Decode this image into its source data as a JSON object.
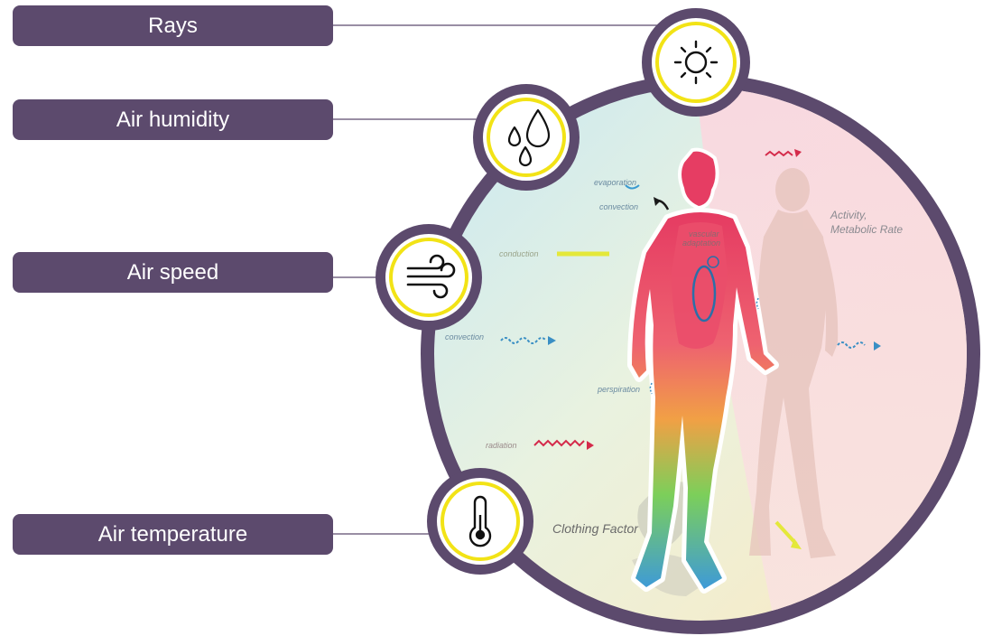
{
  "factors": [
    {
      "label": "Rays",
      "icon": "sun-icon"
    },
    {
      "label": "Air  humidity",
      "icon": "droplets-icon"
    },
    {
      "label": "Air speed",
      "icon": "wind-icon"
    },
    {
      "label": "Air temperature",
      "icon": "thermometer-icon"
    }
  ],
  "illustration": {
    "evaporation": "evaporation",
    "convection_top": "convection",
    "conduction": "conduction",
    "convection_left": "convection",
    "perspiration": "perspiration",
    "radiation": "radiation",
    "vascular": "vascular",
    "adaptation": "adaptation",
    "activity": "Activity,",
    "metabolic": "Metabolic Rate",
    "clothing": "Clothing Factor"
  },
  "colors": {
    "label_bg": "#5c4a6d",
    "ring": "#5c4a6d",
    "icon_ring": "#f2e316",
    "accent_red": "#d42a4a",
    "accent_blue": "#3a8fc4",
    "accent_yellow": "#e4e83a"
  }
}
